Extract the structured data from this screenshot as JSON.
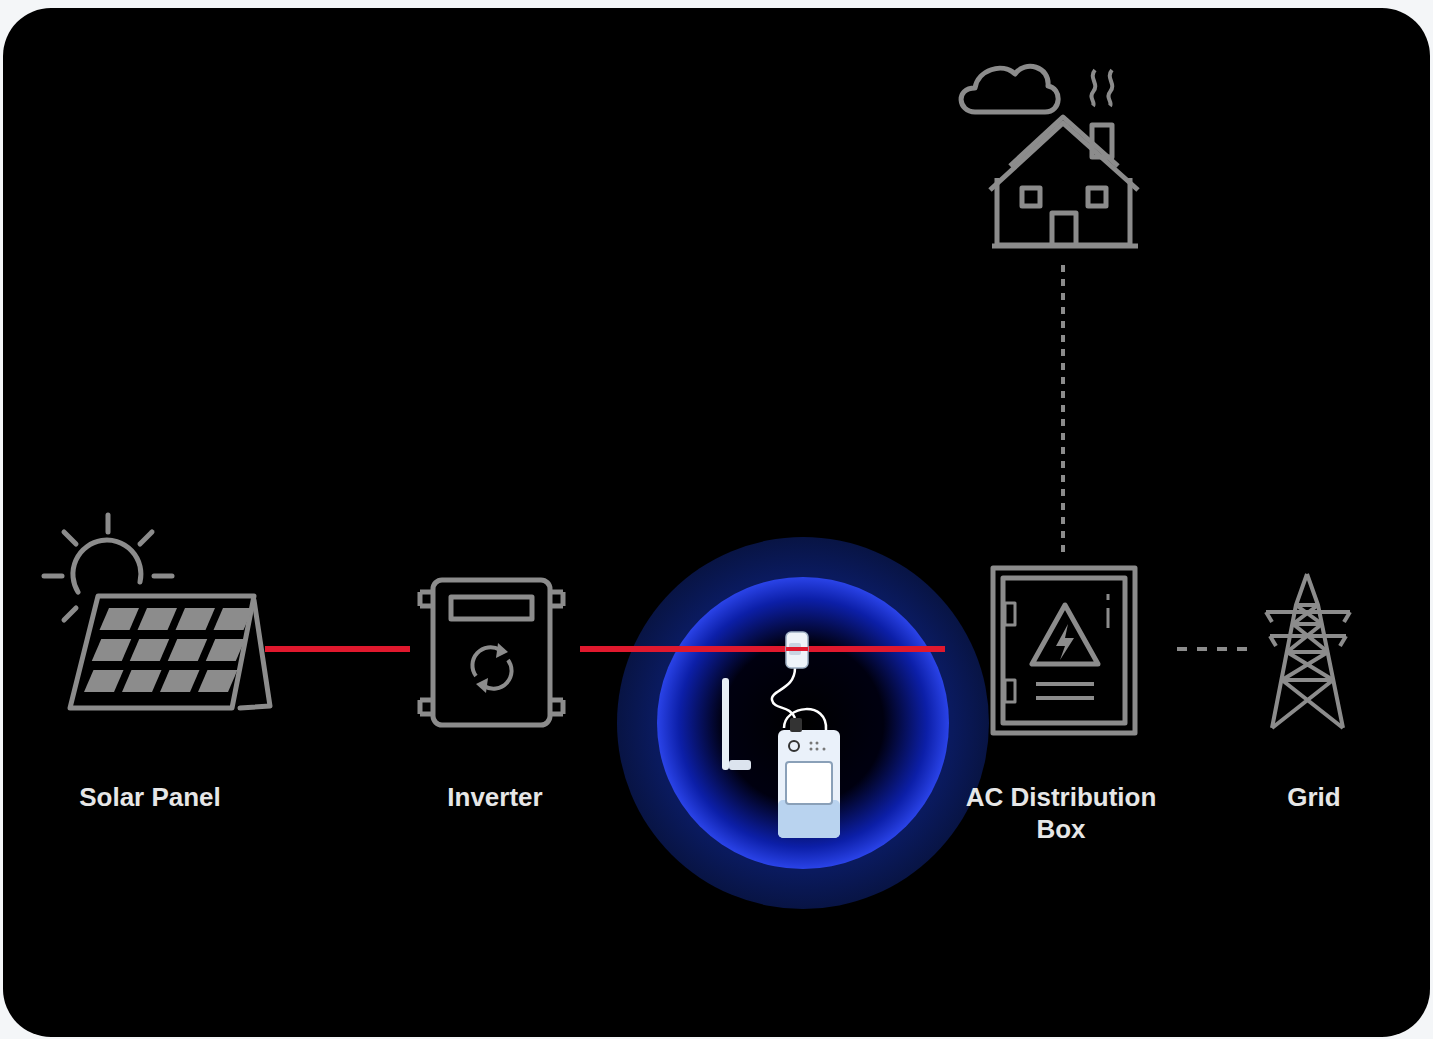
{
  "diagram": {
    "nodes": [
      {
        "text": [
          "Solar Panel"
        ]
      },
      {
        "text": [
          "Inverter"
        ]
      },
      {
        "text": [
          "AC Distribution Box"
        ]
      },
      {
        "text": [
          "Grid"
        ]
      }
    ],
    "edges": [
      {
        "from": 0,
        "to": 1,
        "arrow": "none"
      },
      {
        "from": 1,
        "to": 2,
        "arrow": "none"
      },
      {
        "from": 2,
        "to": 3,
        "arrow": "none"
      }
    ]
  }
}
